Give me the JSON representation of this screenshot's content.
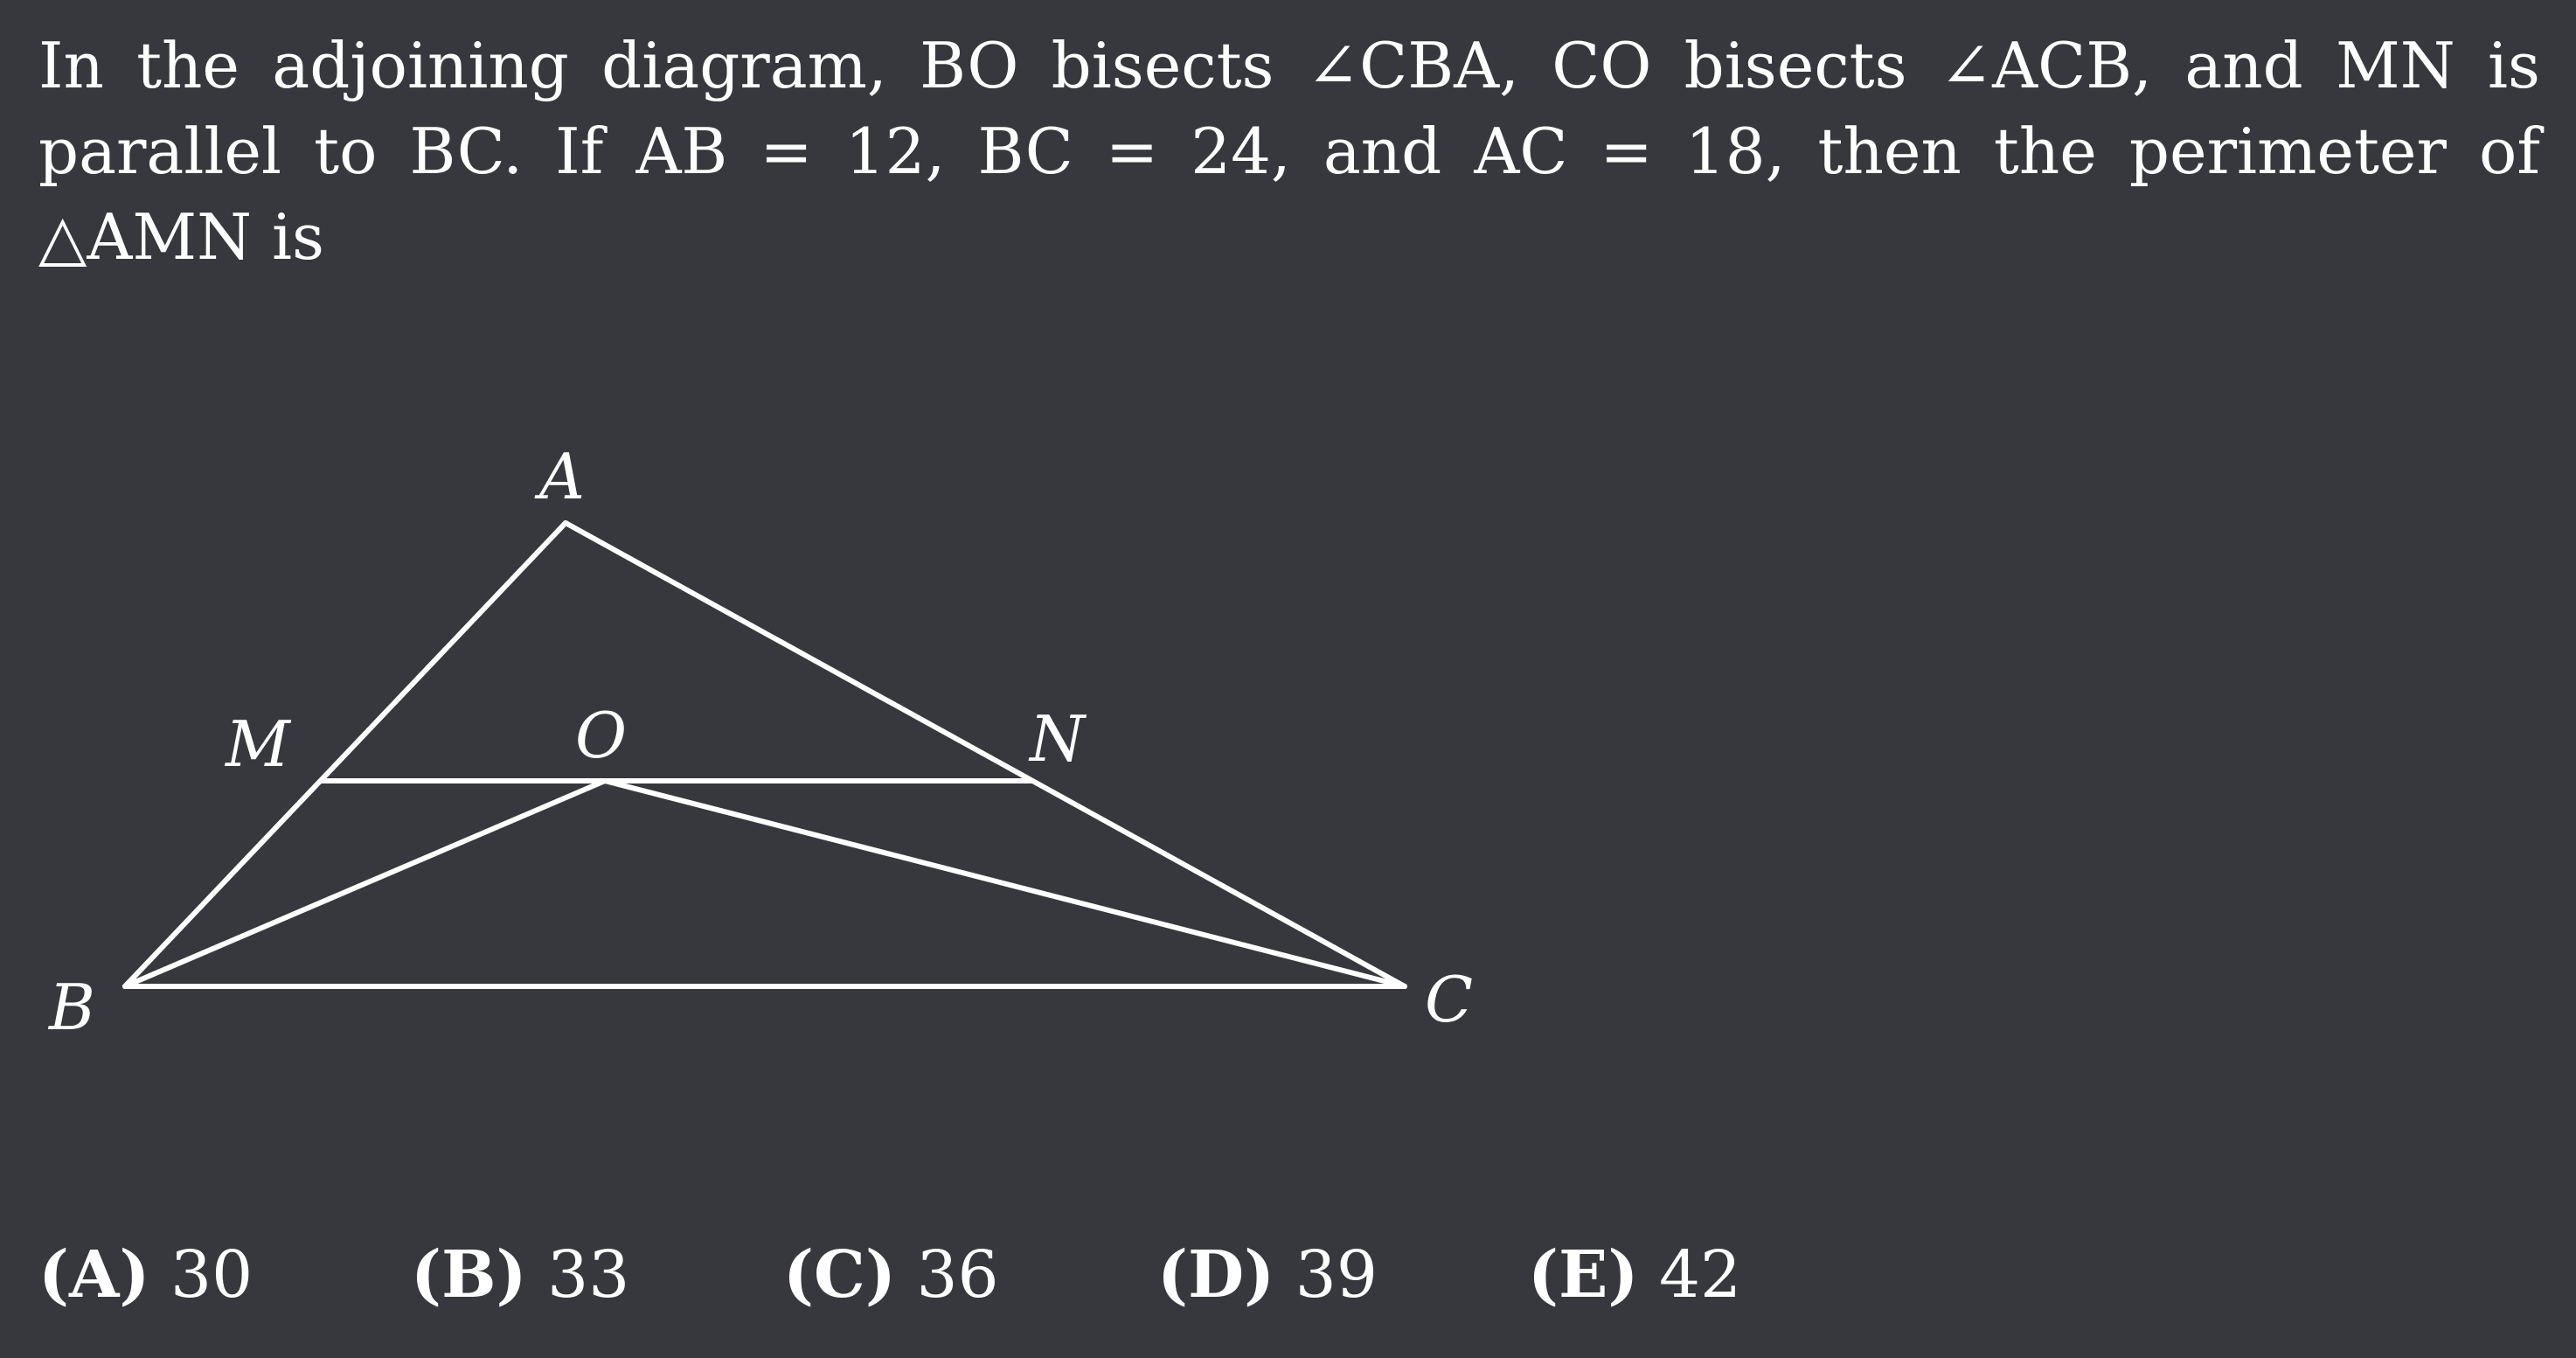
{
  "problem": {
    "text": "In the adjoining diagram, BO bisects ∠CBA, CO bisects ∠ACB, and MN is parallel to BC. If AB = 12, BC = 24, and AC = 18, then the perimeter of △AMN is"
  },
  "diagram": {
    "points": {
      "A": "A",
      "B": "B",
      "C": "C",
      "M": "M",
      "N": "N",
      "O": "O"
    }
  },
  "choices": [
    {
      "letter": "(A)",
      "value": "30"
    },
    {
      "letter": "(B)",
      "value": "33"
    },
    {
      "letter": "(C)",
      "value": "36"
    },
    {
      "letter": "(D)",
      "value": "39"
    },
    {
      "letter": "(E)",
      "value": "42"
    }
  ],
  "colors": {
    "background": "#36383d",
    "foreground": "#ffffff"
  }
}
